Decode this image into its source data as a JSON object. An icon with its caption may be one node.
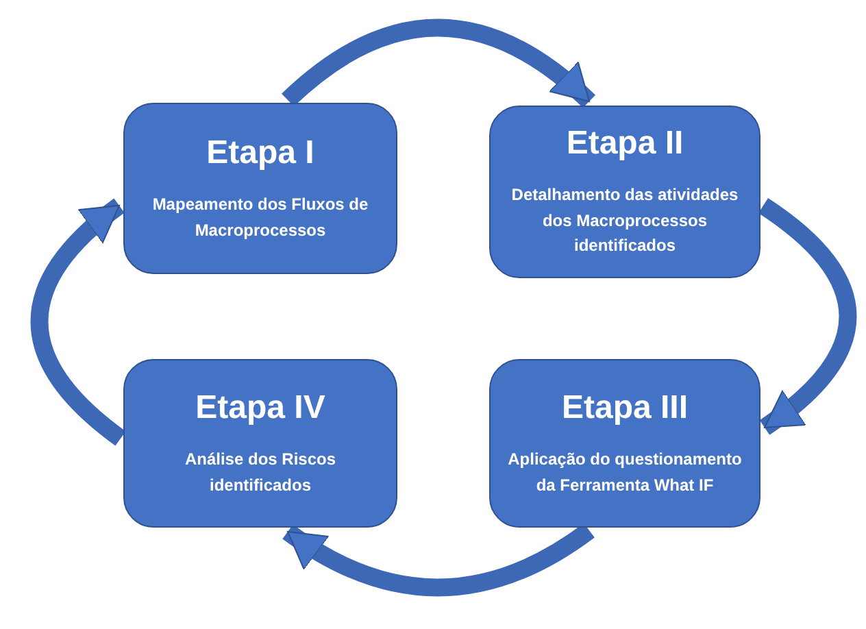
{
  "diagram": {
    "nodes": [
      {
        "text": [
          "Etapa I",
          "Mapeamento dos Fluxos de Macroprocessos"
        ]
      },
      {
        "text": [
          "Etapa II",
          "Detalhamento das atividades dos Macroprocessos identificados"
        ]
      },
      {
        "text": [
          "Etapa III",
          "Aplicação do questionamento da Ferramenta What IF"
        ]
      },
      {
        "text": [
          "Etapa IV",
          "Análise dos Riscos identificados"
        ]
      }
    ],
    "edges": [
      {
        "from": 0,
        "to": 1,
        "arrow": "to"
      },
      {
        "from": 1,
        "to": 2,
        "arrow": "to"
      },
      {
        "from": 2,
        "to": 3,
        "arrow": "to"
      },
      {
        "from": 3,
        "to": 0,
        "arrow": "to"
      }
    ]
  }
}
